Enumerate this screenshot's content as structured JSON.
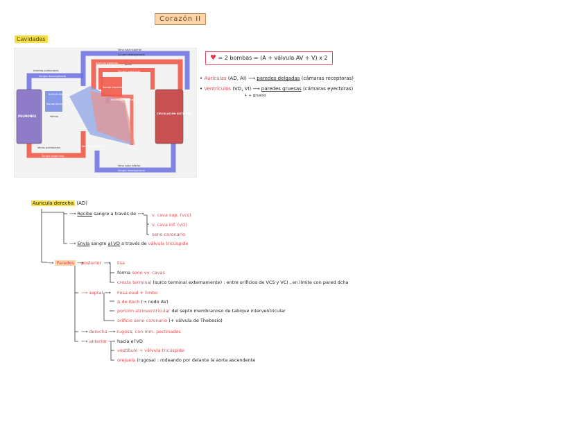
{
  "title": "Corazón II",
  "section_cavidades": "Cavidades",
  "diagram": {
    "vena_cava_superior": "Vena cava superior",
    "sangre_desoxigenada_top": "Sangre desoxigenada",
    "arterias_pulmonares": "Arterias pulmonares",
    "auricula_izquierda": "Aurícula izquierda",
    "aorta": "Aorta",
    "sangre_desoxigenada_left": "Sangre desoxigenada",
    "sangre_oxigenada_mid": "Sangre oxigenada",
    "auricula_derecha": "Aurícula derecha",
    "bomba_derecha": "Bomba derecha",
    "bomba_izquierda": "Bomba izquierda",
    "ventriculo_izquierdo": "Ventrículo izquierdo",
    "pulmones": "PULMONES",
    "circulacion_sistemica": "CIRCULACIÓN SISTÉMICA",
    "valvula": "Válvula",
    "ventriculo_derecho": "Ventrículo derecho",
    "venas_pulmonares": "Venas pulmonares",
    "sangre_oxigenada_bottom": "Sangre oxigenada",
    "vena_cava_inferior": "Vena cava inferior",
    "sangre_desoxigenada_bottom": "Sangre desoxigenada"
  },
  "formula": {
    "lhs_icon": "heart-icon",
    "text": "= 2 bombas = (A + válvula AV + V) x 2"
  },
  "bullets": [
    {
      "head": "Aurículas",
      "paren": "(AD, AI)",
      "result": "paredes delgadas",
      "note": "(cámaras receptoras)"
    },
    {
      "head": "Ventrículos",
      "paren": "(VD, VI)",
      "result": "paredes gruesas",
      "note": "(cámaras eyectoras)"
    }
  ],
  "bullet_sub": "+ grueso",
  "ad": {
    "title": "Aurícula derecha",
    "abbr": "(AD)",
    "recibe_verb": "Recibe",
    "recibe_rest": "sangre a través de",
    "recibe_items": [
      "v. cava sup. (vcs)",
      "v. cava inf. (vci)",
      "seno coronario"
    ],
    "envia_verb": "Envía",
    "envia_mid": "sangre",
    "envia_target": "al VD",
    "envia_via": "a través de",
    "envia_valve": "válvula tricúspide",
    "paredes_label": "Paredes",
    "posterior_label": "posterior",
    "posterior_items": [
      {
        "a": "lisa",
        "b": ""
      },
      {
        "a": "forma",
        "b": "seno vv. cavas"
      },
      {
        "a": "cresta terminal",
        "b": "(surco terminal externamente) : entre orificios de VCS y VCI , en límite con pared dcha"
      }
    ],
    "septal_label": "septal",
    "septal_items": [
      {
        "a": "Fosa oval",
        "b": "+ limbo"
      },
      {
        "a": "Δ de Koch",
        "b": "(→ nodo AV)"
      },
      {
        "a": "porción atrioventricular",
        "b": "del septo membranoso de tabique interventricular"
      },
      {
        "a": "orificio seno coronario",
        "b": "(+ válvula de Thebesio)"
      }
    ],
    "derecha_label": "derecha",
    "derecha_items": [
      {
        "a": "rugosa",
        "b": ", con mm. pectinados"
      }
    ],
    "anterior_label": "anterior",
    "anterior_items": [
      {
        "a": "hacia el VD",
        "b": ""
      },
      {
        "a": "vestíbulo",
        "b": "+ válvula tricúspide"
      },
      {
        "a": "orejuela",
        "b": "(rugosa) : rodeando por delante la aorta ascendente"
      }
    ]
  }
}
